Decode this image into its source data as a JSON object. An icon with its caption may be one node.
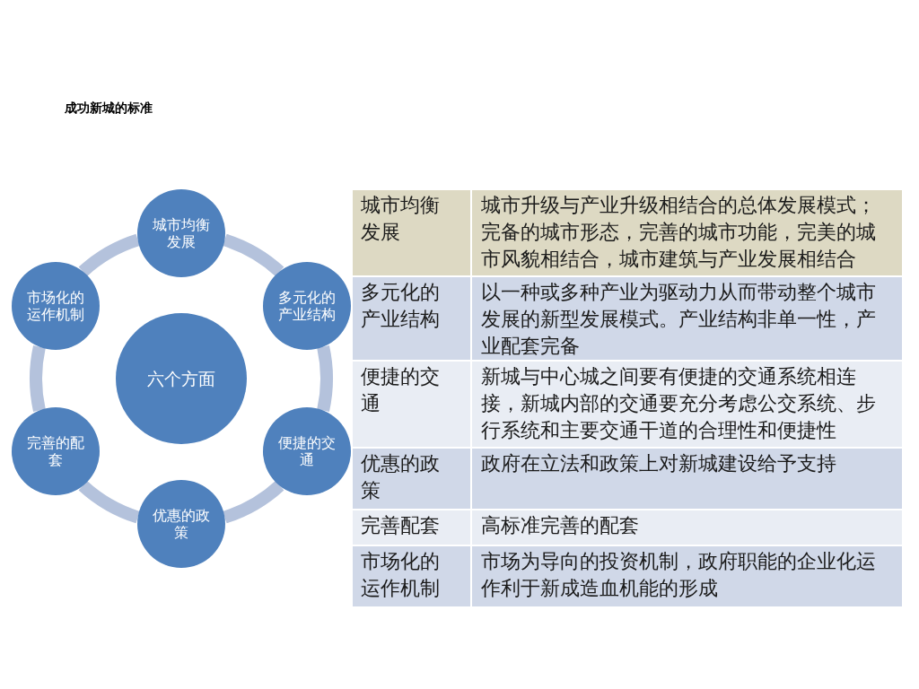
{
  "diagram": {
    "title": "成功新城的标准",
    "nodes": [
      {
        "text": [
          "城市均衡发展"
        ]
      },
      {
        "text": [
          "多元化的产业结构"
        ]
      },
      {
        "text": [
          "便捷的交通"
        ]
      },
      {
        "text": [
          "优惠的政策"
        ]
      },
      {
        "text": [
          "完善的配套"
        ]
      },
      {
        "text": [
          "市场化的运作机制"
        ]
      },
      {
        "text": [
          "六个方面"
        ]
      }
    ],
    "edges": [
      {
        "from": 0,
        "to": 1,
        "arrow": "none"
      },
      {
        "from": 1,
        "to": 2,
        "arrow": "none"
      },
      {
        "from": 2,
        "to": 3,
        "arrow": "none"
      },
      {
        "from": 3,
        "to": 4,
        "arrow": "none"
      },
      {
        "from": 4,
        "to": 5,
        "arrow": "none"
      },
      {
        "from": 5,
        "to": 0,
        "arrow": "none"
      }
    ],
    "labels": [
      "城市均衡发展",
      "城市升级与产业升级相结合的总体发展模式；完备的城市形态，完善的城市功能，完美的城市风貌相结合，城市建筑与产业发展相结合",
      "多元化的产业结构",
      "以一种或多种产业为驱动力从而带动整个城市发展的新型发展模式。产业结构非单一性，产业配套完备",
      "便捷的交通",
      "新城与中心城之间要有便捷的交通系统相连接，新城内部的交通要充分考虑公交系统、步行系统和主要交通干道的合理性和便捷性",
      "优惠的政策",
      "政府在立法和政策上对新城建设给予支持",
      "完善配套",
      "高标准完善的配套",
      "市场化的运作机制",
      "市场为导向的投资机制，政府职能的企业化运作利于新成造血机能的形成"
    ]
  }
}
